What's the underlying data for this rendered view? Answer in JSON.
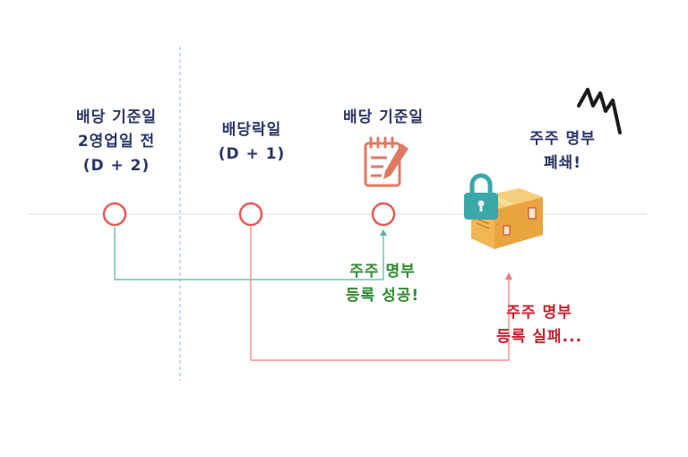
{
  "timeline": {
    "points": [
      {
        "id": "d2",
        "label": "배당 기준일\n2영업일 전\n(D + 2)"
      },
      {
        "id": "d1",
        "label": "배당락일\n(D + 1)"
      },
      {
        "id": "record",
        "label": "배당 기준일"
      }
    ],
    "register_closed_label": "주주 명부\n폐쇄!"
  },
  "outcomes": {
    "success": "주주 명부\n등록 성공!",
    "fail": "주주 명부\n등록 실패..."
  },
  "colors": {
    "text_dark": "#2b3566",
    "success": "#2f8b2f",
    "fail": "#c6202c",
    "node_red": "#e65a55",
    "line_teal": "#56b49a",
    "line_red": "#ee7b78",
    "axis": "#dce3ec",
    "divider": "#9ab6d8",
    "lock": "#3aa7a8",
    "box": "#f2b654",
    "memo": "#e07a63"
  }
}
